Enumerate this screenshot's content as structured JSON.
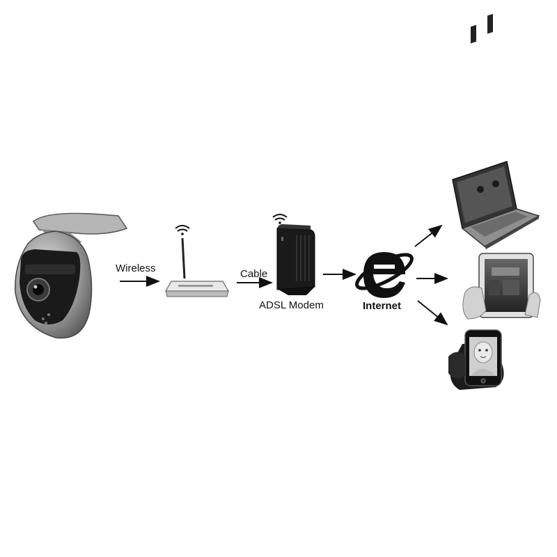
{
  "labels": {
    "wireless": "Wireless",
    "cable": "Cable",
    "adsl_modem": "ADSL Modem",
    "internet": "Internet"
  },
  "icons": [
    "ip-camera-icon",
    "wifi-signal-icon",
    "wireless-router-icon",
    "adsl-modem-icon",
    "internet-explorer-icon",
    "laptop-icon",
    "tablet-icon",
    "smartphone-icon"
  ],
  "colors": {
    "ink": "#111111",
    "metal": "#a9a9a9",
    "dark": "#1a1a1a"
  }
}
